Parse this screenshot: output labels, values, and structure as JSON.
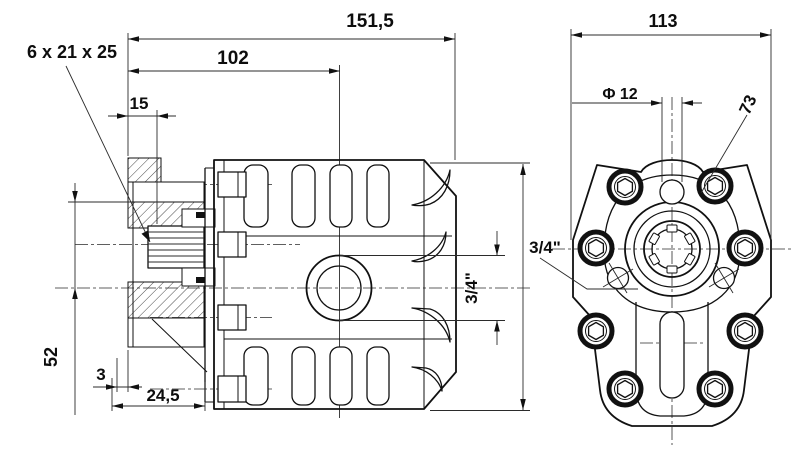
{
  "drawing": {
    "type": "technical-drawing",
    "subject": "gear-pump two-view dimensioned drawing",
    "background_color": "#ffffff",
    "line_color": "#111111",
    "views": {
      "side_view_name": "side-section-view",
      "front_view_name": "front-view"
    },
    "labels": {
      "spline_spec": "6 x 21 x 25",
      "overall_length": "151,5",
      "body_length": "102",
      "front_step": "15",
      "flange_height": "52",
      "pilot_depth": "3",
      "flange_thickness": "24,5",
      "side_port": "3/4\"",
      "front_port": "3/4\"",
      "front_width": "113",
      "top_hole_diameter": "Φ 12",
      "bolt_circle": "73"
    }
  }
}
